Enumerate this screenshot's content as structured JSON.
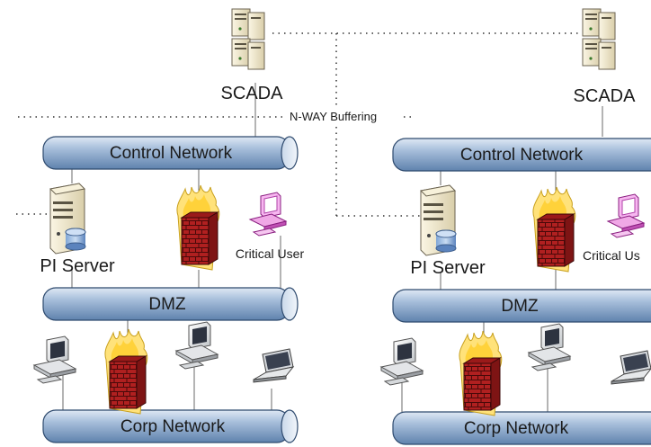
{
  "diagram": {
    "left_site": {
      "scada_label": "SCADA",
      "control_network": "Control Network",
      "pi_server": "PI Server",
      "critical_user": "Critical User",
      "dmz": "DMZ",
      "corp_network": "Corp Network"
    },
    "right_site": {
      "scada_label": "SCADA",
      "control_network": "Control Network",
      "pi_server": "PI Server",
      "critical_user": "Critical Us",
      "dmz": "DMZ",
      "corp_network": "Corp Network"
    },
    "buffering_label": "N-WAY Buffering"
  }
}
